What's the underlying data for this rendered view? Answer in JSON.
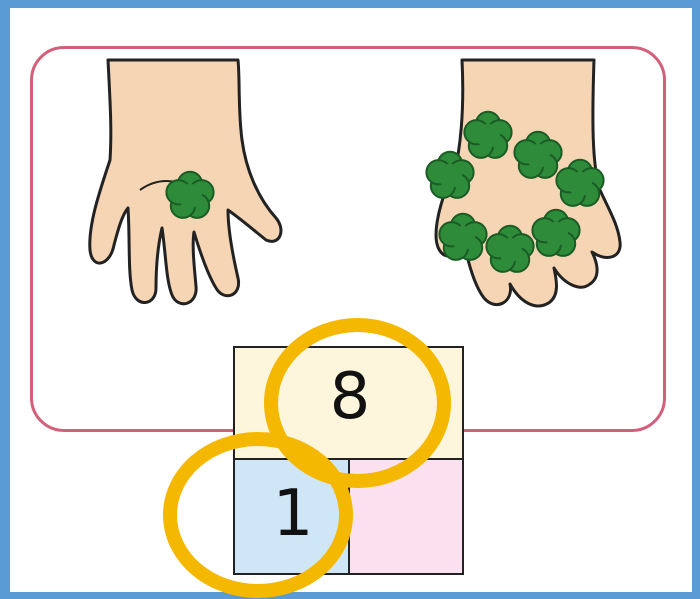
{
  "number_bond": {
    "total": "8",
    "part_a": "1",
    "part_b": ""
  },
  "hands": {
    "left_count": 1,
    "right_count": 7
  },
  "colors": {
    "background": "#5b9bd5",
    "frame": "#d2607a",
    "skin": "#f5d5b4",
    "cube": "#2e8b3a",
    "highlight_ring": "#f5b800",
    "total_box": "#fdf6dc",
    "part_a_box": "#cfe6f6",
    "part_b_box": "#fbe1ef"
  }
}
